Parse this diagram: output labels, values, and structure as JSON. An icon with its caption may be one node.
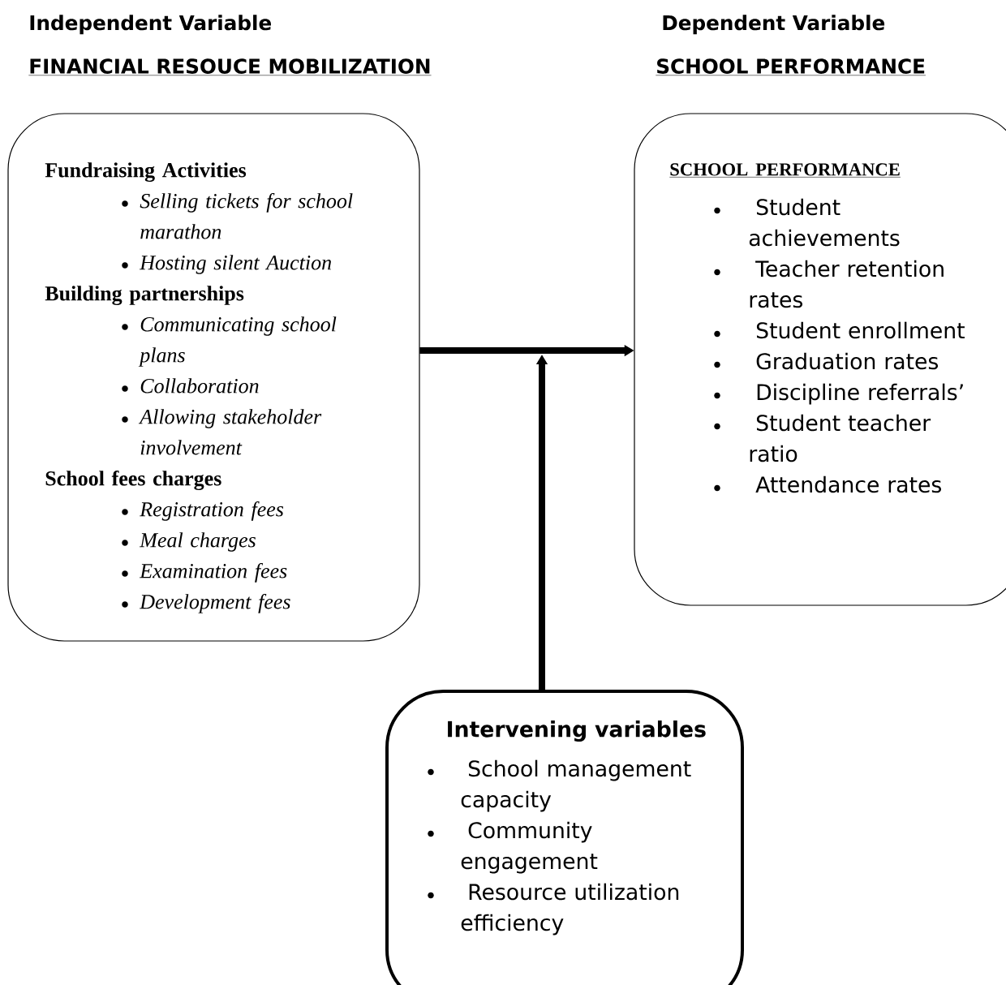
{
  "diagram": {
    "nodes": [
      {
        "text": [
          "Fundraising Activities",
          "Selling tickets for school marathon",
          "Hosting silent Auction",
          "Building partnerships",
          "Communicating school plans",
          "Collaboration",
          "Allowing stakeholder involvement",
          "School fees charges",
          "Registration fees",
          "Meal charges",
          "Examination fees",
          "Development fees"
        ]
      },
      {
        "text": [
          "SCHOOL PERFORMANCE",
          "Student achievements",
          "Teacher retention rates",
          "Student enrollment",
          "Graduation rates",
          "Discipline referrals’",
          "Student teacher ratio",
          "Attendance rates"
        ]
      },
      {
        "text": [
          "Intervening variables",
          "School management capacity",
          "Community engagement",
          "Resource utilization efficiency"
        ]
      }
    ],
    "edges": [
      {
        "from": 0,
        "to": 1,
        "arrow": "to"
      },
      {
        "from": 2,
        "to": null,
        "arrow": "to"
      }
    ],
    "labels": [
      "Independent Variable",
      "Dependent Variable",
      "FINANCIAL RESOUCE MOBILIZATION",
      "SCHOOL PERFORMANCE"
    ]
  }
}
